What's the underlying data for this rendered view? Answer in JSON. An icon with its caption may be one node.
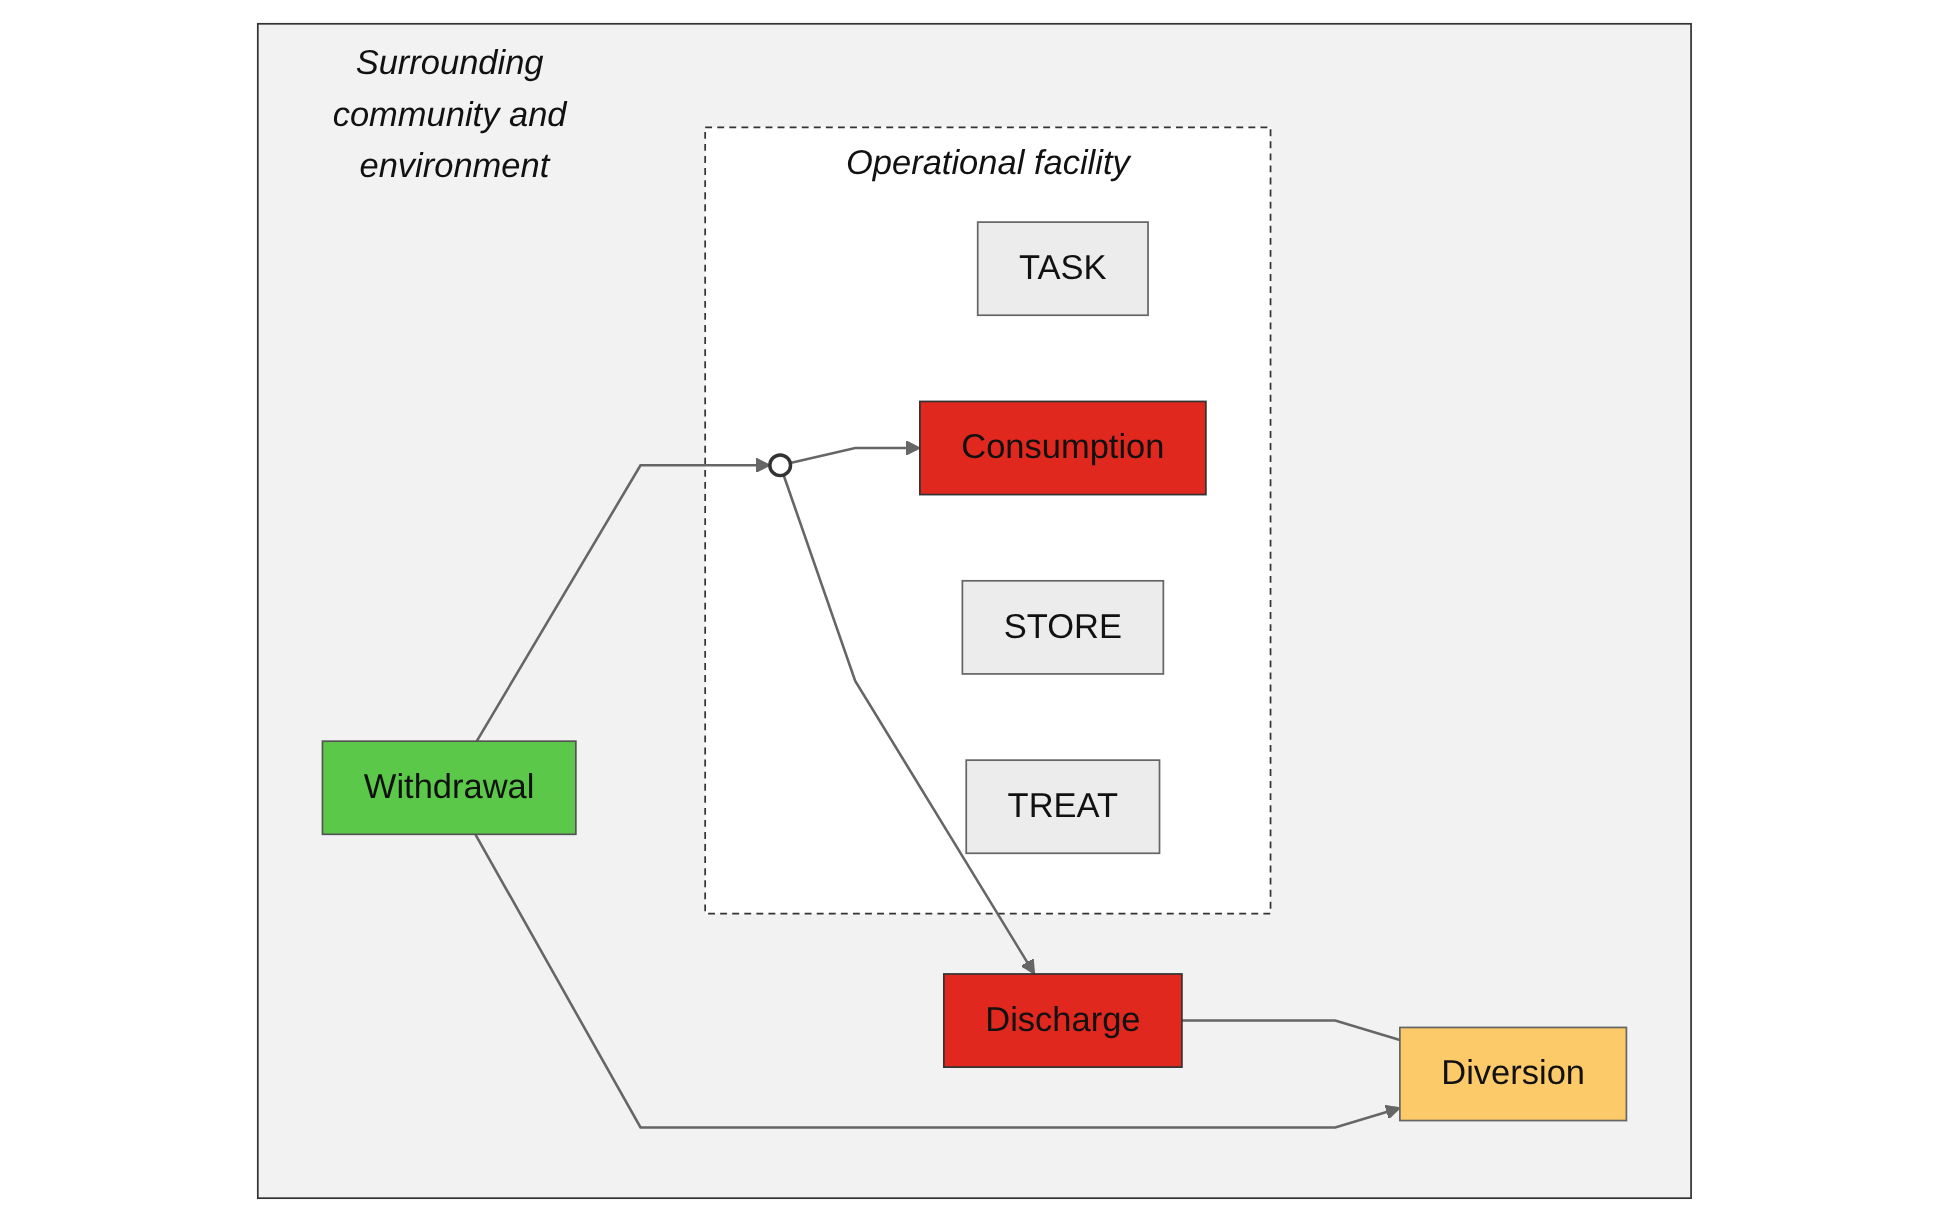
{
  "diagram": {
    "nodes": [
      {
        "text": [
          "Surrounding community and environment"
        ]
      },
      {
        "text": [
          "Operational facility"
        ],
        "in": 0
      },
      {
        "text": [
          "Consumption"
        ],
        "in": 1
      },
      {
        "text": [
          "TASK"
        ],
        "in": 1
      },
      {
        "text": [
          "Withdrawal"
        ],
        "in": 0
      },
      {
        "text": [],
        "shape": "circle",
        "in": 1
      },
      {
        "text": [
          "Discharge"
        ],
        "in": 0
      },
      {
        "text": [
          "STORE"
        ],
        "in": 1
      },
      {
        "text": [
          "TREAT"
        ],
        "in": 1
      },
      {
        "text": [
          "Diversion"
        ],
        "in": 0
      }
    ],
    "edges": [
      {
        "from": 4,
        "to": 5,
        "arrow": "to"
      },
      {
        "from": 5,
        "to": 2,
        "arrow": "to"
      },
      {
        "from": 5,
        "to": 6,
        "arrow": "to"
      },
      {
        "from": 4,
        "to": 9,
        "arrow": "to"
      },
      {
        "from": 6,
        "to": 9,
        "arrow": "none"
      }
    ]
  }
}
